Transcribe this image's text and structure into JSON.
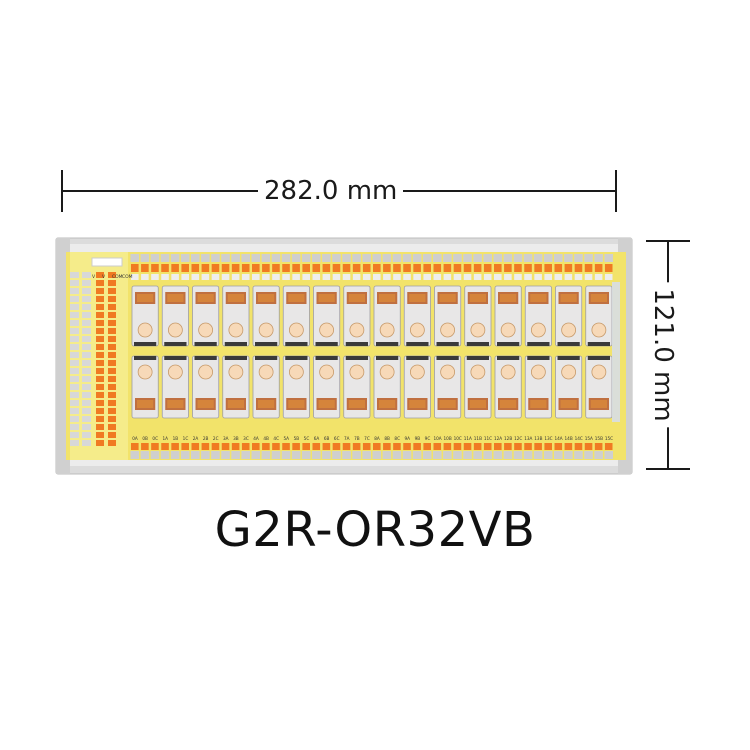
{
  "dimensions": {
    "width_label": "282.0 mm",
    "height_label": "121.0 mm"
  },
  "product": {
    "model": "G2R-OR32VB"
  },
  "board": {
    "relay_rows": 2,
    "relays_per_row": 16,
    "terminal_labels": [
      "0A",
      "0B",
      "0C",
      "1A",
      "1B",
      "1C",
      "2A",
      "2B",
      "2C",
      "3A",
      "3B",
      "3C",
      "4A",
      "4B",
      "4C",
      "5A",
      "5B",
      "5C",
      "6A",
      "6B",
      "6C",
      "7A",
      "7B",
      "7C",
      "8A",
      "8B",
      "8C",
      "9A",
      "9B",
      "9C",
      "10A",
      "10B",
      "10C",
      "11A",
      "11B",
      "11C",
      "12A",
      "12B",
      "12C",
      "13A",
      "13B",
      "13C",
      "14A",
      "14B",
      "14C",
      "15A",
      "15B",
      "15C"
    ],
    "power_labels": [
      "V",
      "V",
      "COM",
      "COM"
    ],
    "colors": {
      "pcb": "#f2e36a",
      "rail": "#e4e4e4",
      "terminal_orange": "#f07a22",
      "relay_body": "#e8e8ee",
      "coil": "#b85a22"
    }
  }
}
